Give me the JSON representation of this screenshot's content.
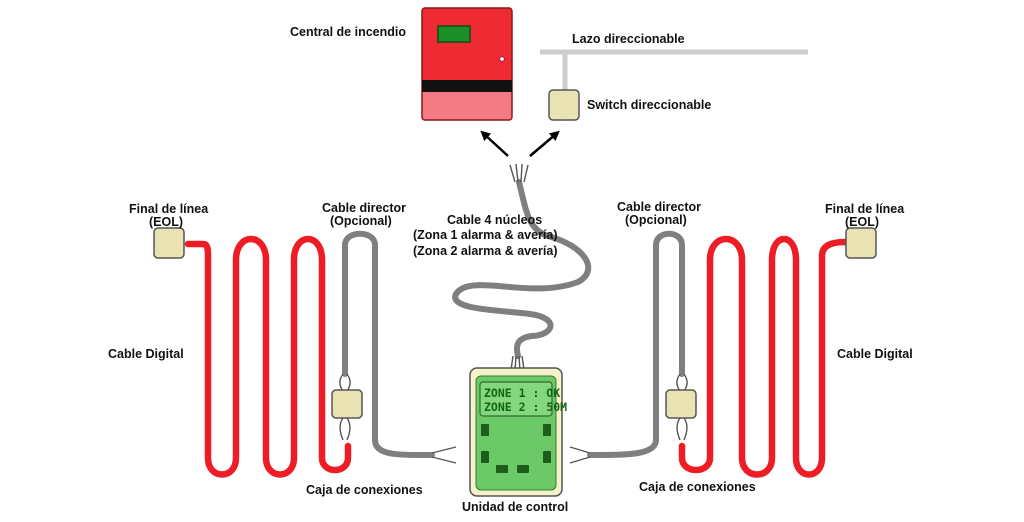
{
  "colors": {
    "heat_cable": "#ee1c24",
    "leader_cable": "#7f7f7f",
    "panel_top": "#ee2a33",
    "panel_bottom": "#f47b84",
    "box_fill": "#e9e3b4",
    "unit_body": "#f5f1c9",
    "unit_screen": "#6cc967",
    "lcd_text": "#116611",
    "lcd_bg": "#2f9a2c"
  },
  "labels": {
    "central": "Central de incendio",
    "lazo": "Lazo direccionable",
    "switch": "Switch direccionable",
    "cable4_l1": "Cable 4 núcleos",
    "cable4_l2": "(Zona 1 alarma & avería)",
    "cable4_l3": "(Zona 2 alarma & avería)",
    "eol_l1": "Final de línea",
    "eol_l2": "(EOL)",
    "director_l1": "Cable director",
    "director_l2": "(Opcional)",
    "cable_digital": "Cable Digital",
    "caja": "Caja de conexiones",
    "unidad": "Unidad de control"
  },
  "lcd": {
    "line1": "ZONE 1 : OK",
    "line2": "ZONE 2 : 50M"
  },
  "icons": {
    "panel": "fire-panel-icon",
    "switch": "switch-box-icon",
    "eol": "eol-box-icon",
    "junction": "junction-box-icon",
    "control_unit": "control-unit-icon"
  }
}
